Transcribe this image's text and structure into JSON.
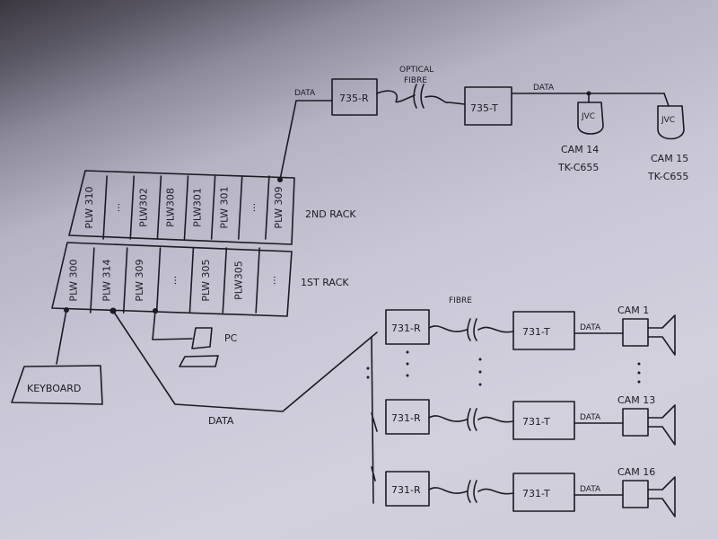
{
  "top_link": {
    "data_label_left": "DATA",
    "receiver": "735-R",
    "fibre_label_line1": "OPTICAL",
    "fibre_label_line2": "FIBRE",
    "transmitter": "735-T",
    "data_label_right": "DATA",
    "cameras": [
      {
        "brand": "JVC",
        "name": "CAM 14",
        "model": "TK-C655"
      },
      {
        "brand": "JVC",
        "name": "CAM 15",
        "model": "TK-C655"
      }
    ]
  },
  "rack2": {
    "label": "2ND RACK",
    "slots": [
      "PLW 310",
      "...",
      "PLW302",
      "PLW308",
      "PLW301",
      "PLW 301",
      "...",
      "PLW 309"
    ]
  },
  "rack1": {
    "label": "1ST RACK",
    "slots": [
      "PLW 300",
      "PLW 314",
      "PLW 309",
      "...",
      "PLW 305",
      "PLW305",
      "..."
    ]
  },
  "peripherals": {
    "keyboard": "KEYBOARD",
    "pc": "PC",
    "data_label": "DATA"
  },
  "bottom_links": {
    "fibre_label": "FIBRE",
    "rows": [
      {
        "receiver": "731-R",
        "transmitter": "731-T",
        "data": "DATA",
        "camera": "CAM 1"
      },
      {
        "receiver": "731-R",
        "transmitter": "731-T",
        "data": "DATA",
        "camera": "CAM 13"
      },
      {
        "receiver": "731-R",
        "transmitter": "731-T",
        "data": "DATA",
        "camera": "CAM 16"
      }
    ]
  }
}
